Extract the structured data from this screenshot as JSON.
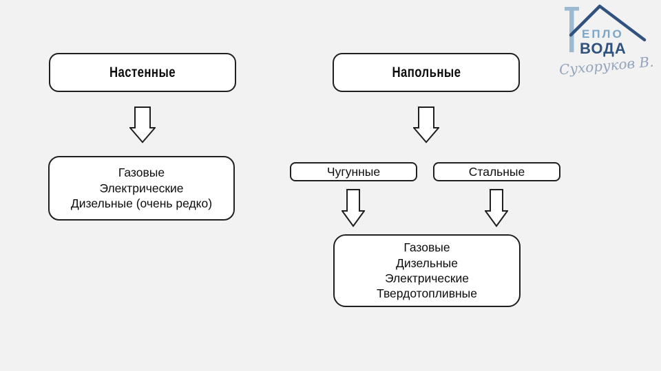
{
  "page": {
    "background_color": "#f2f2f3",
    "box_background": "#ffffff",
    "box_border_color": "#1f1f1f",
    "text_color": "#0d0d0d"
  },
  "logo": {
    "brand_top": "ЕПЛО",
    "brand_bottom": "ВОДА",
    "signature": "Сухоруков В.",
    "roof_color": "#31517e",
    "chimney_color": "#9bb9d0",
    "signature_color": "#93a5bb"
  },
  "diagram": {
    "wall_root": "Настенные",
    "floor_root": "Напольные",
    "wall_types": [
      "Газовые",
      "Электрические",
      "Дизельные (очень редко)"
    ],
    "cast_iron": "Чугунные",
    "steel": "Стальные",
    "floor_types": [
      "Газовые",
      "Дизельные",
      "Электрические",
      "Твердотопливные"
    ]
  }
}
